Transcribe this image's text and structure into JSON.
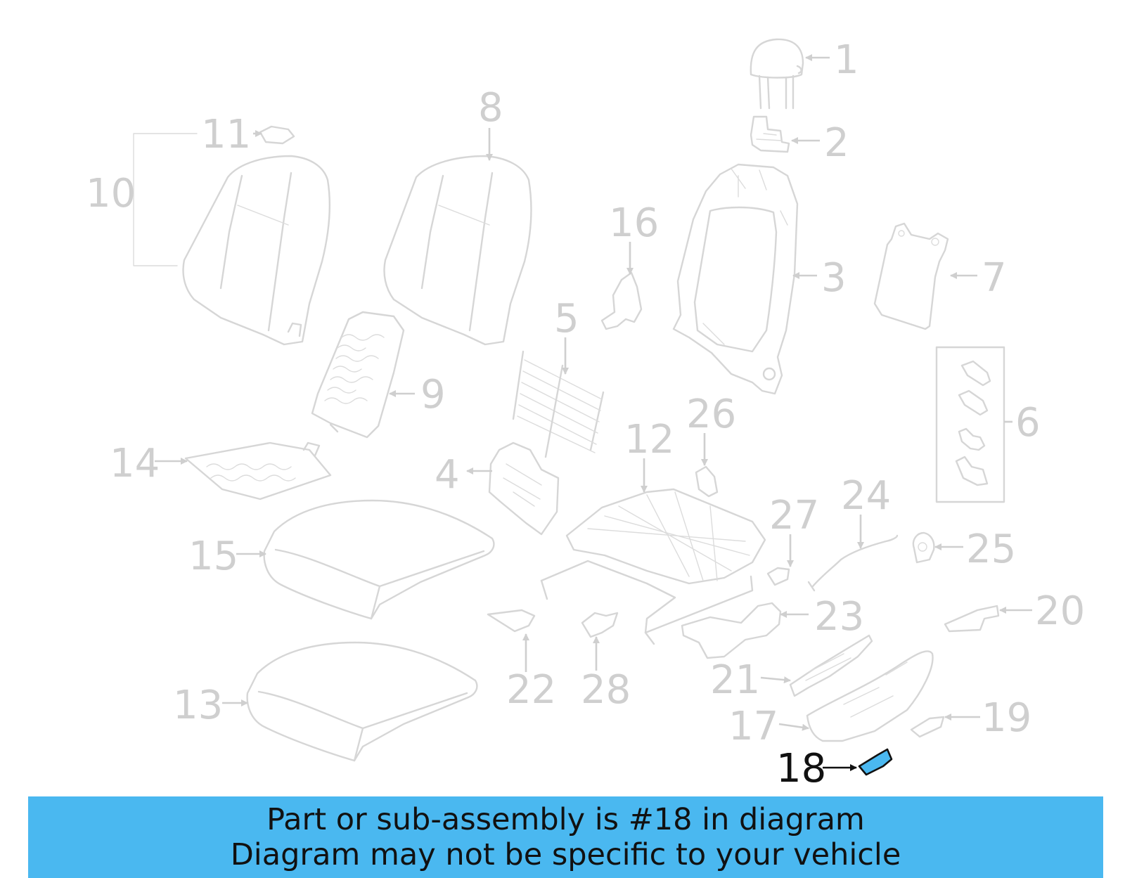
{
  "callouts": [
    "1",
    "2",
    "3",
    "4",
    "5",
    "6",
    "7",
    "8",
    "9",
    "10",
    "11",
    "12",
    "13",
    "14",
    "15",
    "16",
    "17",
    "18",
    "19",
    "20",
    "21",
    "22",
    "23",
    "24",
    "25",
    "26",
    "27",
    "28"
  ],
  "highlighted_part": "18",
  "highlight_color": "#4ab8f0",
  "line_color": "#d6d6d6",
  "banner": {
    "line1": "Part or sub-assembly is #18 in diagram",
    "line2": "Diagram may not be specific to your vehicle"
  }
}
